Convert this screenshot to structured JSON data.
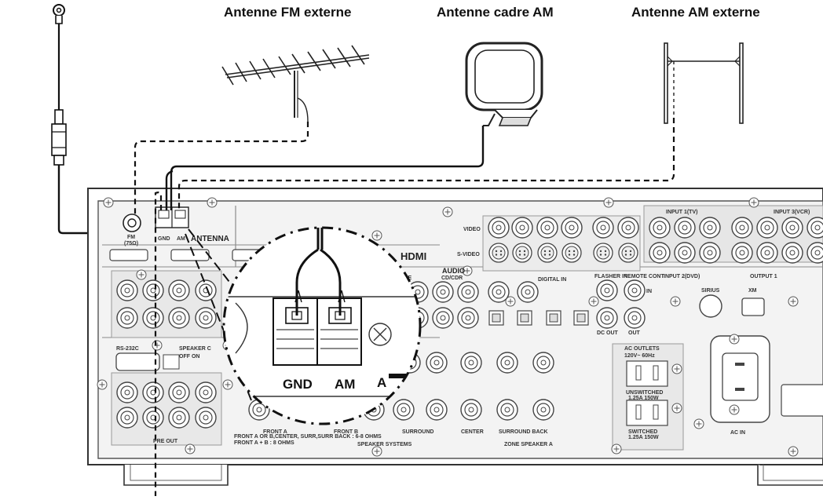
{
  "titles": {
    "fm_external": "Antenne FM externe",
    "am_loop": "Antenne cadre AM",
    "am_external": "Antenne AM externe"
  },
  "panel_labels": {
    "fm_jack": "FM",
    "fm_ohm": "(75Ω)",
    "gnd_small": "GND",
    "am_small": "AM",
    "antenna": "ANTENNA",
    "hdmi": "HDMI",
    "video": "VIDEO",
    "s_video": "S-VIDEO",
    "audio": "AUDIO",
    "cd_cdr": "CD/CDR",
    "tape": "TAPE",
    "digital_in": "DIGITAL IN",
    "input_1_tv": "INPUT 1(TV)",
    "input_3_vcr": "INPUT 3(VCR)",
    "input_2_dvd": "INPUT 2(DVD)",
    "output_1": "OUTPUT 1",
    "rs232": "RS-232C",
    "speaker_c": "SPEAKER C",
    "off_on": "OFF ON",
    "pre_out": "PRE OUT",
    "front_a": "FRONT A",
    "front_b": "FRONT B",
    "surround": "SURROUND",
    "center": "CENTER",
    "surround_back": "SURROUND BACK",
    "speaker_systems": "SPEAKER SYSTEMS",
    "zone_speaker": "ZONE SPEAKER A",
    "ohms_note_1": "FRONT A OR B,CENTER, SURR,SURR BACK : 6-8 OHMS",
    "ohms_note_2": "FRONT A + B : 8 OHMS",
    "ac_outlets": "AC OUTLETS",
    "ac_rating": "120V~ 60Hz",
    "unswitched": "UNSWITCHED",
    "unswitched_rating": "1.25A 150W",
    "switched": "SWITCHED",
    "switched_rating": "1.25A 150W",
    "ac_in": "AC IN",
    "sirius": "SIRIUS",
    "xm": "XM",
    "remote_cont": "REMOTE CONT.",
    "flasher_in": "FLASHER IN",
    "dc_out": "DC OUT",
    "in": "IN",
    "out": "OUT"
  },
  "zoom_labels": {
    "gnd": "GND",
    "am": "AM",
    "partial": "A"
  },
  "colors": {
    "line": "#111111",
    "panel_fill": "#f2f2f2",
    "panel_stroke": "#333333"
  }
}
